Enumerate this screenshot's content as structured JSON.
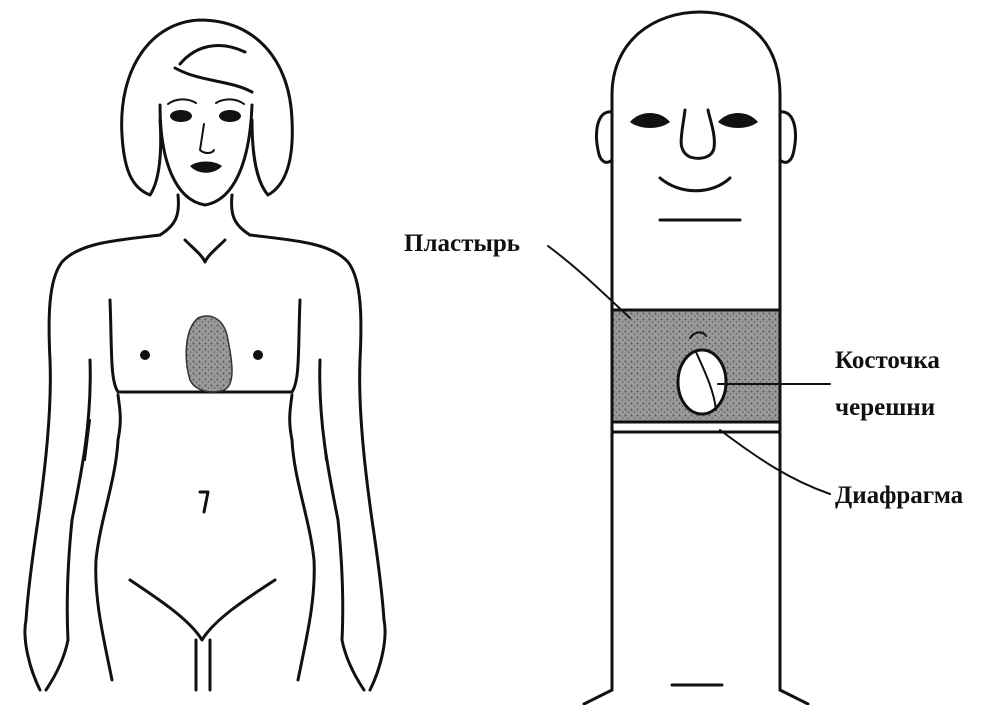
{
  "labels": {
    "plaster": "Пластырь",
    "cherry_pit_line1": "Косточка",
    "cherry_pit_line2": "черешни",
    "diaphragm": "Диафрагма"
  },
  "colors": {
    "ink": "#111111",
    "plaster_fill": "#8c8c8c",
    "background": "#ffffff"
  }
}
